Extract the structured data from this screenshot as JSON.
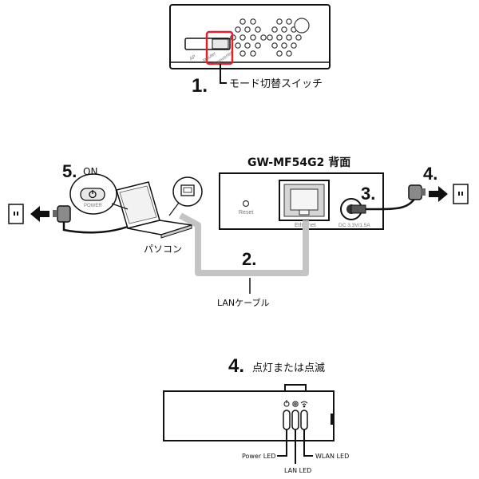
{
  "top": {
    "step_number": "1.",
    "step_label": "モード切替スイッチ",
    "switch_labels": [
      "AP",
      "Router",
      "Converter"
    ]
  },
  "middle": {
    "model_title": "GW-MF54G2 背面",
    "reset_label": "Reset",
    "ethernet_label": "Ethernet",
    "dc_label": "DC 3.3V/1.5A",
    "step2_number": "2.",
    "step3_number": "3.",
    "step4_number": "4.",
    "step5_number": "5.",
    "step5_label": "ON",
    "power_button_label": "POWER",
    "pc_label": "パソコン",
    "cable_label": "LANケーブル"
  },
  "bottom": {
    "step_number": "4.",
    "step_label": "点灯または点滅",
    "power_led_label": "Power LED",
    "lan_led_label": "LAN LED",
    "wlan_led_label": "WLAN LED"
  }
}
